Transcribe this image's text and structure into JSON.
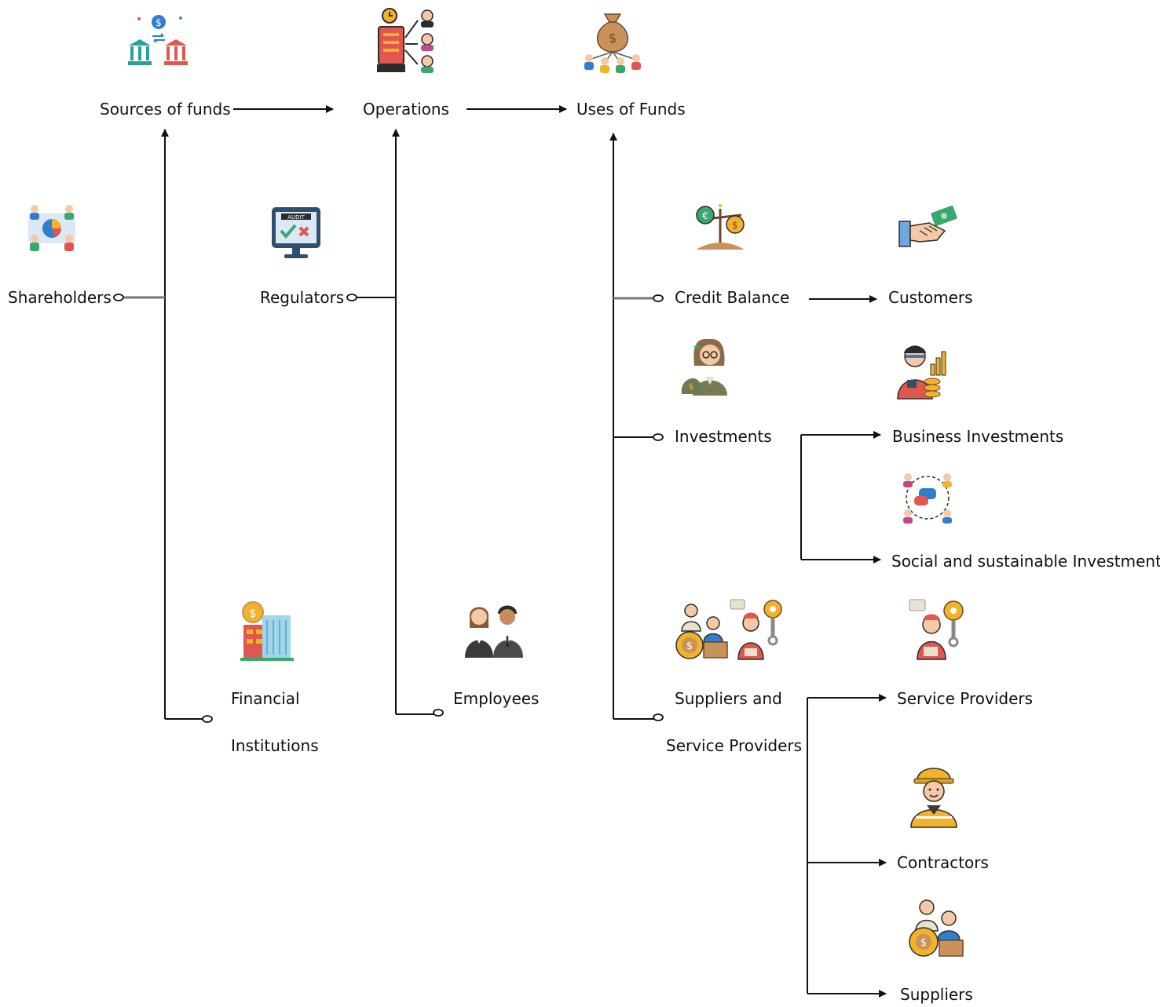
{
  "top_row": {
    "sources": "Sources of funds",
    "operations": "Operations",
    "uses": "Uses of Funds"
  },
  "sources_branches": {
    "shareholders": "Shareholders",
    "financial_line1": "Financial",
    "financial_line2": "Institutions"
  },
  "operations_branches": {
    "regulators": "Regulators",
    "employees": "Employees"
  },
  "uses_branches": {
    "credit_balance": "Credit Balance",
    "investments": "Investments",
    "suppliers_line1": "Suppliers and",
    "suppliers_line2": "Service Providers"
  },
  "outcomes": {
    "customers": "Customers",
    "business_investments": "Business Investments",
    "social_investment": "Social and sustainable Investment",
    "service_providers": "Service Providers",
    "contractors": "Contractors",
    "suppliers": "Suppliers"
  },
  "audit_icon_text": "AUDIT",
  "colors": {
    "line": "#111111",
    "green": "#3aa76d",
    "red": "#e0574f",
    "blue": "#2f7fd1",
    "gold": "#f2b32a",
    "teal": "#2aa198",
    "skin": "#f5c9a5",
    "dark": "#2b2b2b"
  }
}
